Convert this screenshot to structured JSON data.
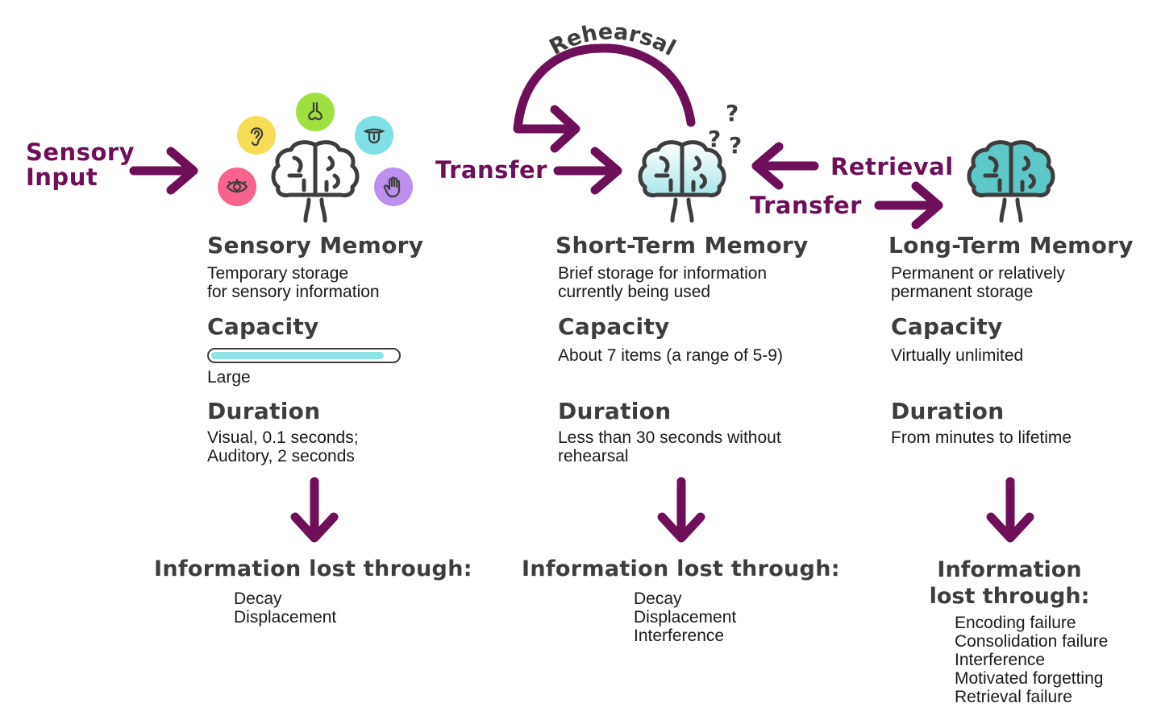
{
  "flow": {
    "sensory_input": "Sensory Input",
    "transfer_1": "Transfer",
    "rehearsal": "Rehearsal",
    "retrieval": "Retrieval",
    "transfer_2": "Transfer"
  },
  "sensory": {
    "title": "Sensory Memory",
    "description": [
      "Temporary storage",
      "for sensory information"
    ],
    "capacity_heading": "Capacity",
    "capacity_level": 0.93,
    "capacity_value": "Large",
    "duration_heading": "Duration",
    "duration_value": [
      "Visual, 0.1 seconds;",
      "Auditory, 2 seconds"
    ],
    "lost_heading": "Information lost through:",
    "lost_items": [
      "Decay",
      "Displacement"
    ]
  },
  "short_term": {
    "title": "Short-Term Memory",
    "description": [
      "Brief storage for information",
      "currently being used"
    ],
    "capacity_heading": "Capacity",
    "capacity_value": "About 7 items (a range of 5-9)",
    "duration_heading": "Duration",
    "duration_value": [
      "Less than 30 seconds without",
      "rehearsal"
    ],
    "lost_heading": "Information lost through:",
    "lost_items": [
      "Decay",
      "Displacement",
      "Interference"
    ],
    "question_marks": "???"
  },
  "long_term": {
    "title": "Long-Term Memory",
    "description": [
      "Permanent or relatively",
      "permanent storage"
    ],
    "capacity_heading": "Capacity",
    "capacity_value": "Virtually unlimited",
    "duration_heading": "Duration",
    "duration_value": [
      "From minutes to lifetime"
    ],
    "lost_heading": [
      "Information",
      "lost through:"
    ],
    "lost_items": [
      "Encoding failure",
      "Consolidation failure",
      "Interference",
      "Motivated forgetting",
      "Retrieval failure"
    ]
  },
  "icons": {
    "senses": [
      "ear-icon",
      "nose-icon",
      "tongue-icon",
      "eye-icon",
      "hand-icon"
    ],
    "colors": {
      "ear": "#f7dc57",
      "nose": "#9fe040",
      "tongue": "#7fdfe6",
      "eye": "#f7638d",
      "hand": "#bc8ff0",
      "accent": "#6e0f5a",
      "brain_ltm": "#5ec8c8"
    }
  }
}
